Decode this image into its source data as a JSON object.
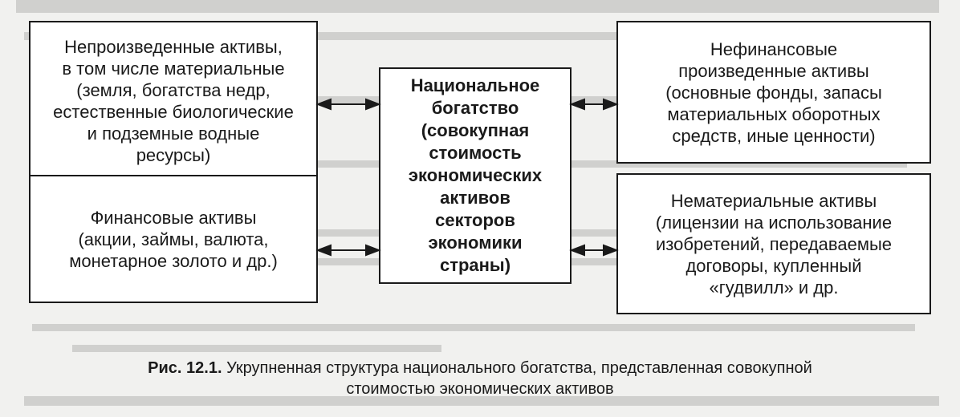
{
  "diagram": {
    "boxes": {
      "top_left": {
        "lines": [
          "Непроизведенные активы,",
          "в том числе материальные",
          "(земля, богатства недр,",
          "естественные биологические",
          "и подземные водные",
          "ресурсы)"
        ]
      },
      "bottom_left": {
        "lines": [
          "Финансовые активы",
          "(акции, займы, валюта,",
          "монетарное золото и др.)"
        ]
      },
      "center": {
        "lines": [
          "Национальное",
          "богатство",
          "(совокупная",
          "стоимость",
          "экономических",
          "активов",
          "секторов",
          "экономики",
          "страны)"
        ]
      },
      "top_right": {
        "lines": [
          "Нефинансовые",
          "произведенные активы",
          "(основные фонды, запасы",
          "материальных оборотных",
          "средств, иные ценности)"
        ]
      },
      "bottom_right": {
        "lines": [
          "Нематериальные активы",
          "(лицензии на использование",
          "изобретений, передаваемые",
          "договоры, купленный",
          "«гудвилл» и др."
        ]
      }
    }
  },
  "caption": {
    "label": "Рис. 12.1.",
    "text": "Укрупненная структура национального богатства, представленная совокупной",
    "text_line2": "стоимостью экономических активов"
  }
}
